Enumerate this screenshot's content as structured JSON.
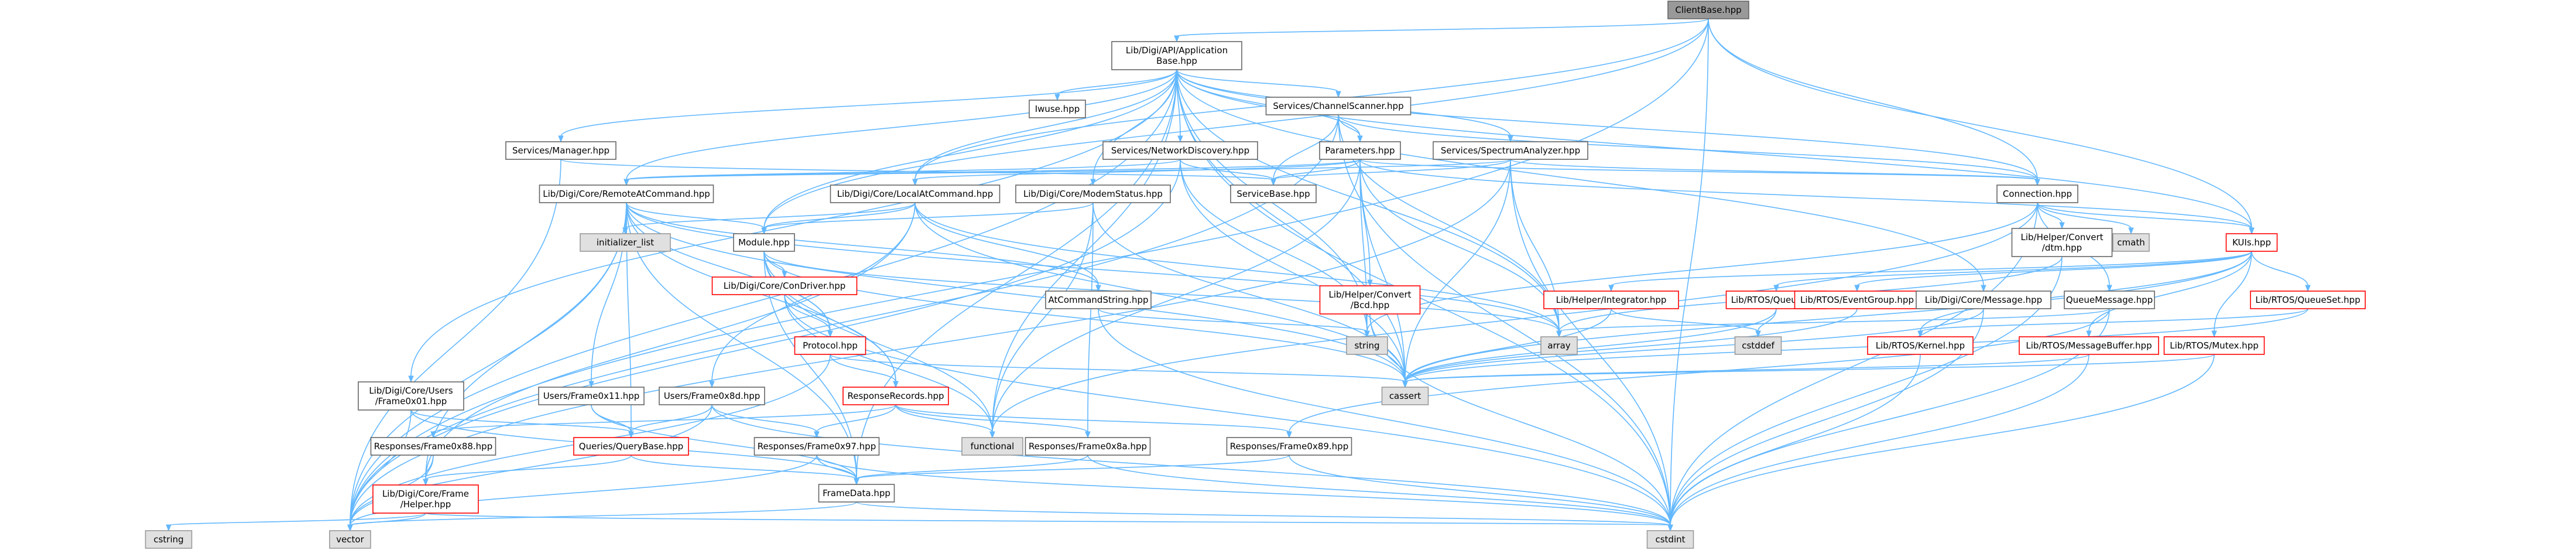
{
  "colors": {
    "root_fill": "#999999",
    "root_stroke": "#666666",
    "file_fill": "#ffffff",
    "file_stroke": "#666666",
    "truncated_stroke": "#ff0000",
    "system_fill": "#e0e0e0",
    "system_stroke": "#999999",
    "edge": "#63b8ff"
  },
  "nodes": [
    {
      "id": "clientbase",
      "label": "ClientBase.hpp",
      "kind": "root"
    },
    {
      "id": "appbase",
      "label": "Lib/Digi/API/Application\nBase.hpp",
      "kind": "file"
    },
    {
      "id": "iwuse",
      "label": "Iwuse.hpp",
      "kind": "file"
    },
    {
      "id": "chscanner",
      "label": "Services/ChannelScanner.hpp",
      "kind": "file"
    },
    {
      "id": "svcmgr",
      "label": "Services/Manager.hpp",
      "kind": "file"
    },
    {
      "id": "netdisc",
      "label": "Services/NetworkDiscovery.hpp",
      "kind": "file"
    },
    {
      "id": "params",
      "label": "Parameters.hpp",
      "kind": "file"
    },
    {
      "id": "specan",
      "label": "Services/SpectrumAnalyzer.hpp",
      "kind": "file"
    },
    {
      "id": "remoteat",
      "label": "Lib/Digi/Core/RemoteAtCommand.hpp",
      "kind": "file"
    },
    {
      "id": "localat",
      "label": "Lib/Digi/Core/LocalAtCommand.hpp",
      "kind": "file"
    },
    {
      "id": "modemstatus",
      "label": "Lib/Digi/Core/ModemStatus.hpp",
      "kind": "file"
    },
    {
      "id": "servicebase",
      "label": "ServiceBase.hpp",
      "kind": "file"
    },
    {
      "id": "connection",
      "label": "Connection.hpp",
      "kind": "file"
    },
    {
      "id": "cmath",
      "label": "cmath",
      "kind": "system"
    },
    {
      "id": "initlist",
      "label": "initializer_list",
      "kind": "system"
    },
    {
      "id": "module",
      "label": "Module.hpp",
      "kind": "file"
    },
    {
      "id": "helperconvdtm",
      "label": "Lib/Helper/Convert\n/dtm.hpp",
      "kind": "file"
    },
    {
      "id": "kuls",
      "label": "KUIs.hpp",
      "kind": "truncated"
    },
    {
      "id": "condriver",
      "label": "Lib/Digi/Core/ConDriver.hpp",
      "kind": "truncated"
    },
    {
      "id": "atcmdstr",
      "label": "AtCommandString.hpp",
      "kind": "file"
    },
    {
      "id": "bcd",
      "label": "Lib/Helper/Convert\n/Bcd.hpp",
      "kind": "truncated"
    },
    {
      "id": "helperint",
      "label": "Lib/Helper/Integrator.hpp",
      "kind": "truncated"
    },
    {
      "id": "rtosqueue",
      "label": "Lib/RTOS/Queue.hpp",
      "kind": "truncated"
    },
    {
      "id": "rtosevent",
      "label": "Lib/RTOS/EventGroup.hpp",
      "kind": "truncated"
    },
    {
      "id": "coremessage",
      "label": "Lib/Digi/Core/Message.hpp",
      "kind": "file"
    },
    {
      "id": "queuemsg",
      "label": "QueueMessage.hpp",
      "kind": "file"
    },
    {
      "id": "queueset",
      "label": "Lib/RTOS/QueueSet.hpp",
      "kind": "truncated"
    },
    {
      "id": "array",
      "label": "array",
      "kind": "system"
    },
    {
      "id": "string",
      "label": "string",
      "kind": "system"
    },
    {
      "id": "cstddef",
      "label": "cstddef",
      "kind": "system"
    },
    {
      "id": "protocol",
      "label": "Protocol.hpp",
      "kind": "truncated"
    },
    {
      "id": "usersframe",
      "label": "Lib/Digi/Core/Users\n/Frame0x01.hpp",
      "kind": "file"
    },
    {
      "id": "users1",
      "label": "Users/Frame0x11.hpp",
      "kind": "file"
    },
    {
      "id": "usersstr",
      "label": "Users/Frame0x8d.hpp",
      "kind": "file"
    },
    {
      "id": "resprecords",
      "label": "ResponseRecords.hpp",
      "kind": "truncated"
    },
    {
      "id": "rtoskernel",
      "label": "Lib/RTOS/Kernel.hpp",
      "kind": "truncated"
    },
    {
      "id": "rtosmsgbuf",
      "label": "Lib/RTOS/MessageBuffer.hpp",
      "kind": "truncated"
    },
    {
      "id": "rtosmutex",
      "label": "Lib/RTOS/Mutex.hpp",
      "kind": "truncated"
    },
    {
      "id": "cassert",
      "label": "cassert",
      "kind": "system"
    },
    {
      "id": "queriesbase",
      "label": "Queries/QueryBase.hpp",
      "kind": "truncated"
    },
    {
      "id": "functional",
      "label": "functional",
      "kind": "system"
    },
    {
      "id": "resp88",
      "label": "Responses/Frame0x88.hpp",
      "kind": "file"
    },
    {
      "id": "resp97",
      "label": "Responses/Frame0x97.hpp",
      "kind": "file"
    },
    {
      "id": "resp8a",
      "label": "Responses/Frame0x8a.hpp",
      "kind": "file"
    },
    {
      "id": "resp89",
      "label": "Responses/Frame0x89.hpp",
      "kind": "file"
    },
    {
      "id": "framehelper",
      "label": "Lib/Digi/Core/Frame\n/Helper.hpp",
      "kind": "truncated"
    },
    {
      "id": "framedata",
      "label": "FrameData.hpp",
      "kind": "file"
    },
    {
      "id": "cstring",
      "label": "cstring",
      "kind": "system"
    },
    {
      "id": "vector",
      "label": "vector",
      "kind": "system"
    },
    {
      "id": "cstdint",
      "label": "cstdint",
      "kind": "system"
    }
  ],
  "edges": [
    [
      "clientbase",
      "appbase"
    ],
    [
      "clientbase",
      "connection"
    ],
    [
      "clientbase",
      "kuls"
    ],
    [
      "clientbase",
      "vector"
    ],
    [
      "clientbase",
      "cstdint"
    ],
    [
      "clientbase",
      "module"
    ],
    [
      "clientbase",
      "localat"
    ],
    [
      "appbase",
      "iwuse"
    ],
    [
      "appbase",
      "chscanner"
    ],
    [
      "appbase",
      "svcmgr"
    ],
    [
      "appbase",
      "netdisc"
    ],
    [
      "appbase",
      "params"
    ],
    [
      "appbase",
      "specan"
    ],
    [
      "appbase",
      "remoteat"
    ],
    [
      "appbase",
      "localat"
    ],
    [
      "appbase",
      "modemstatus"
    ],
    [
      "appbase",
      "connection"
    ],
    [
      "appbase",
      "module"
    ],
    [
      "appbase",
      "usersframe"
    ],
    [
      "appbase",
      "functional"
    ],
    [
      "appbase",
      "string"
    ],
    [
      "appbase",
      "cassert"
    ],
    [
      "appbase",
      "vector"
    ],
    [
      "appbase",
      "cstdint"
    ],
    [
      "appbase",
      "kuls"
    ],
    [
      "appbase",
      "coremessage"
    ],
    [
      "appbase",
      "array"
    ],
    [
      "appbase",
      "framedata"
    ],
    [
      "chscanner",
      "params"
    ],
    [
      "chscanner",
      "servicebase"
    ],
    [
      "chscanner",
      "connection"
    ],
    [
      "chscanner",
      "array"
    ],
    [
      "chscanner",
      "vector"
    ],
    [
      "chscanner",
      "cstdint"
    ],
    [
      "svcmgr",
      "servicebase"
    ],
    [
      "svcmgr",
      "vector"
    ],
    [
      "netdisc",
      "servicebase"
    ],
    [
      "netdisc",
      "remoteat"
    ],
    [
      "netdisc",
      "string"
    ],
    [
      "netdisc",
      "vector"
    ],
    [
      "netdisc",
      "cassert"
    ],
    [
      "params",
      "servicebase"
    ],
    [
      "params",
      "connection"
    ],
    [
      "params",
      "localat"
    ],
    [
      "params",
      "remoteat"
    ],
    [
      "params",
      "bcd"
    ],
    [
      "params",
      "string"
    ],
    [
      "params",
      "cassert"
    ],
    [
      "params",
      "array"
    ],
    [
      "params",
      "kuls"
    ],
    [
      "params",
      "functional"
    ],
    [
      "specan",
      "servicebase"
    ],
    [
      "specan",
      "connection"
    ],
    [
      "specan",
      "remoteat"
    ],
    [
      "specan",
      "array"
    ],
    [
      "specan",
      "cassert"
    ],
    [
      "specan",
      "vector"
    ],
    [
      "specan",
      "cstdint"
    ],
    [
      "remoteat",
      "initlist"
    ],
    [
      "remoteat",
      "module"
    ],
    [
      "remoteat",
      "atcmdstr"
    ],
    [
      "remoteat",
      "resprecords"
    ],
    [
      "remoteat",
      "protocol"
    ],
    [
      "remoteat",
      "framehelper"
    ],
    [
      "remoteat",
      "array"
    ],
    [
      "remoteat",
      "cassert"
    ],
    [
      "remoteat",
      "vector"
    ],
    [
      "remoteat",
      "users1"
    ],
    [
      "remoteat",
      "queriesbase"
    ],
    [
      "remoteat",
      "framedata"
    ],
    [
      "localat",
      "initlist"
    ],
    [
      "localat",
      "module"
    ],
    [
      "localat",
      "atcmdstr"
    ],
    [
      "localat",
      "usersstr"
    ],
    [
      "localat",
      "framehelper"
    ],
    [
      "localat",
      "cassert"
    ],
    [
      "localat",
      "array"
    ],
    [
      "modemstatus",
      "module"
    ],
    [
      "modemstatus",
      "resp8a"
    ],
    [
      "modemstatus",
      "functional"
    ],
    [
      "modemstatus",
      "cassert"
    ],
    [
      "connection",
      "cmath"
    ],
    [
      "connection",
      "helperconvdtm"
    ],
    [
      "connection",
      "kuls"
    ],
    [
      "connection",
      "queuemsg"
    ],
    [
      "connection",
      "cstdint"
    ],
    [
      "connection",
      "functional"
    ],
    [
      "connection",
      "string"
    ],
    [
      "module",
      "condriver"
    ],
    [
      "module",
      "protocol"
    ],
    [
      "module",
      "resprecords"
    ],
    [
      "module",
      "functional"
    ],
    [
      "module",
      "cassert"
    ],
    [
      "module",
      "framedata"
    ],
    [
      "module",
      "array"
    ],
    [
      "helperconvdtm",
      "array"
    ],
    [
      "helperconvdtm",
      "cstdint"
    ],
    [
      "kuls",
      "helperint"
    ],
    [
      "kuls",
      "rtosqueue"
    ],
    [
      "kuls",
      "rtosevent"
    ],
    [
      "kuls",
      "queueset"
    ],
    [
      "kuls",
      "rtosmsgbuf"
    ],
    [
      "kuls",
      "rtoskernel"
    ],
    [
      "kuls",
      "rtosmutex"
    ],
    [
      "kuls",
      "cassert"
    ],
    [
      "condriver",
      "protocol"
    ],
    [
      "condriver",
      "functional"
    ],
    [
      "condriver",
      "cstdint"
    ],
    [
      "atcmdstr",
      "string"
    ],
    [
      "atcmdstr",
      "cstdint"
    ],
    [
      "bcd",
      "cassert"
    ],
    [
      "bcd",
      "cstdint"
    ],
    [
      "helperint",
      "cstddef"
    ],
    [
      "helperint",
      "cassert"
    ],
    [
      "rtosqueue",
      "cstddef"
    ],
    [
      "rtosqueue",
      "cassert"
    ],
    [
      "rtosevent",
      "cassert"
    ],
    [
      "coremessage",
      "cassert"
    ],
    [
      "coremessage",
      "cstdint"
    ],
    [
      "queuemsg",
      "array"
    ],
    [
      "queuemsg",
      "cstdint"
    ],
    [
      "queuemsg",
      "resp89"
    ],
    [
      "queueset",
      "rtoskernel"
    ],
    [
      "queueset",
      "cassert"
    ],
    [
      "protocol",
      "resprecords"
    ],
    [
      "protocol",
      "cassert"
    ],
    [
      "protocol",
      "vector"
    ],
    [
      "usersframe",
      "queriesbase"
    ],
    [
      "usersframe",
      "framedata"
    ],
    [
      "usersframe",
      "vector"
    ],
    [
      "users1",
      "queriesbase"
    ],
    [
      "users1",
      "framedata"
    ],
    [
      "usersstr",
      "queriesbase"
    ],
    [
      "usersstr",
      "resp97"
    ],
    [
      "usersstr",
      "cstdint"
    ],
    [
      "usersstr",
      "vector"
    ],
    [
      "resprecords",
      "resp88"
    ],
    [
      "resprecords",
      "resp97"
    ],
    [
      "resprecords",
      "resp8a"
    ],
    [
      "resprecords",
      "resp89"
    ],
    [
      "resprecords",
      "functional"
    ],
    [
      "rtoskernel",
      "cstdint"
    ],
    [
      "rtosmsgbuf",
      "cassert"
    ],
    [
      "rtosmsgbuf",
      "cstdint"
    ],
    [
      "rtosmutex",
      "cassert"
    ],
    [
      "rtosmutex",
      "cstdint"
    ],
    [
      "queriesbase",
      "framehelper"
    ],
    [
      "queriesbase",
      "framedata"
    ],
    [
      "resp88",
      "framehelper"
    ],
    [
      "resp88",
      "vector"
    ],
    [
      "resp97",
      "framedata"
    ],
    [
      "resp97",
      "cstdint"
    ],
    [
      "resp97",
      "vector"
    ],
    [
      "resp8a",
      "framedata"
    ],
    [
      "resp8a",
      "cstdint"
    ],
    [
      "resp89",
      "framedata"
    ],
    [
      "resp89",
      "cstdint"
    ],
    [
      "framehelper",
      "cstring"
    ],
    [
      "framehelper",
      "vector"
    ],
    [
      "framehelper",
      "cstdint"
    ],
    [
      "framedata",
      "cstdint"
    ],
    [
      "framedata",
      "vector"
    ]
  ]
}
